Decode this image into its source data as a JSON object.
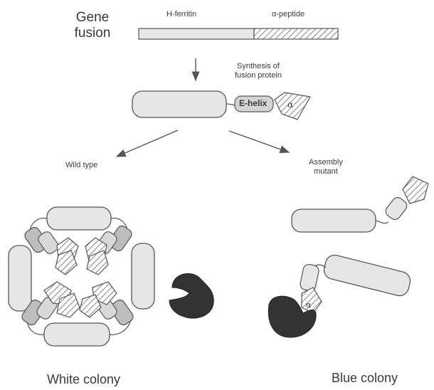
{
  "gene_fusion_label_line1": "Gene",
  "gene_fusion_label_line2": "fusion",
  "segment_ferritin_label": "H-ferritin",
  "segment_peptide_label": "α-peptide",
  "synthesis_label_line1": "Synthesis of",
  "synthesis_label_line2": "fusion protein",
  "e_helix_label": "E-helix",
  "alpha_symbol": "α",
  "wild_type_label": "Wild type",
  "assembly_mutant_line1": "Assembly",
  "assembly_mutant_line2": "mutant",
  "white_colony_label": "White colony",
  "blue_colony_label": "Blue colony",
  "colors": {
    "fill_light": "#e6e6e6",
    "fill_mid": "#bdbdbd",
    "stroke": "#555555",
    "enzyme_dark": "#333333",
    "hatch": "#555555"
  }
}
